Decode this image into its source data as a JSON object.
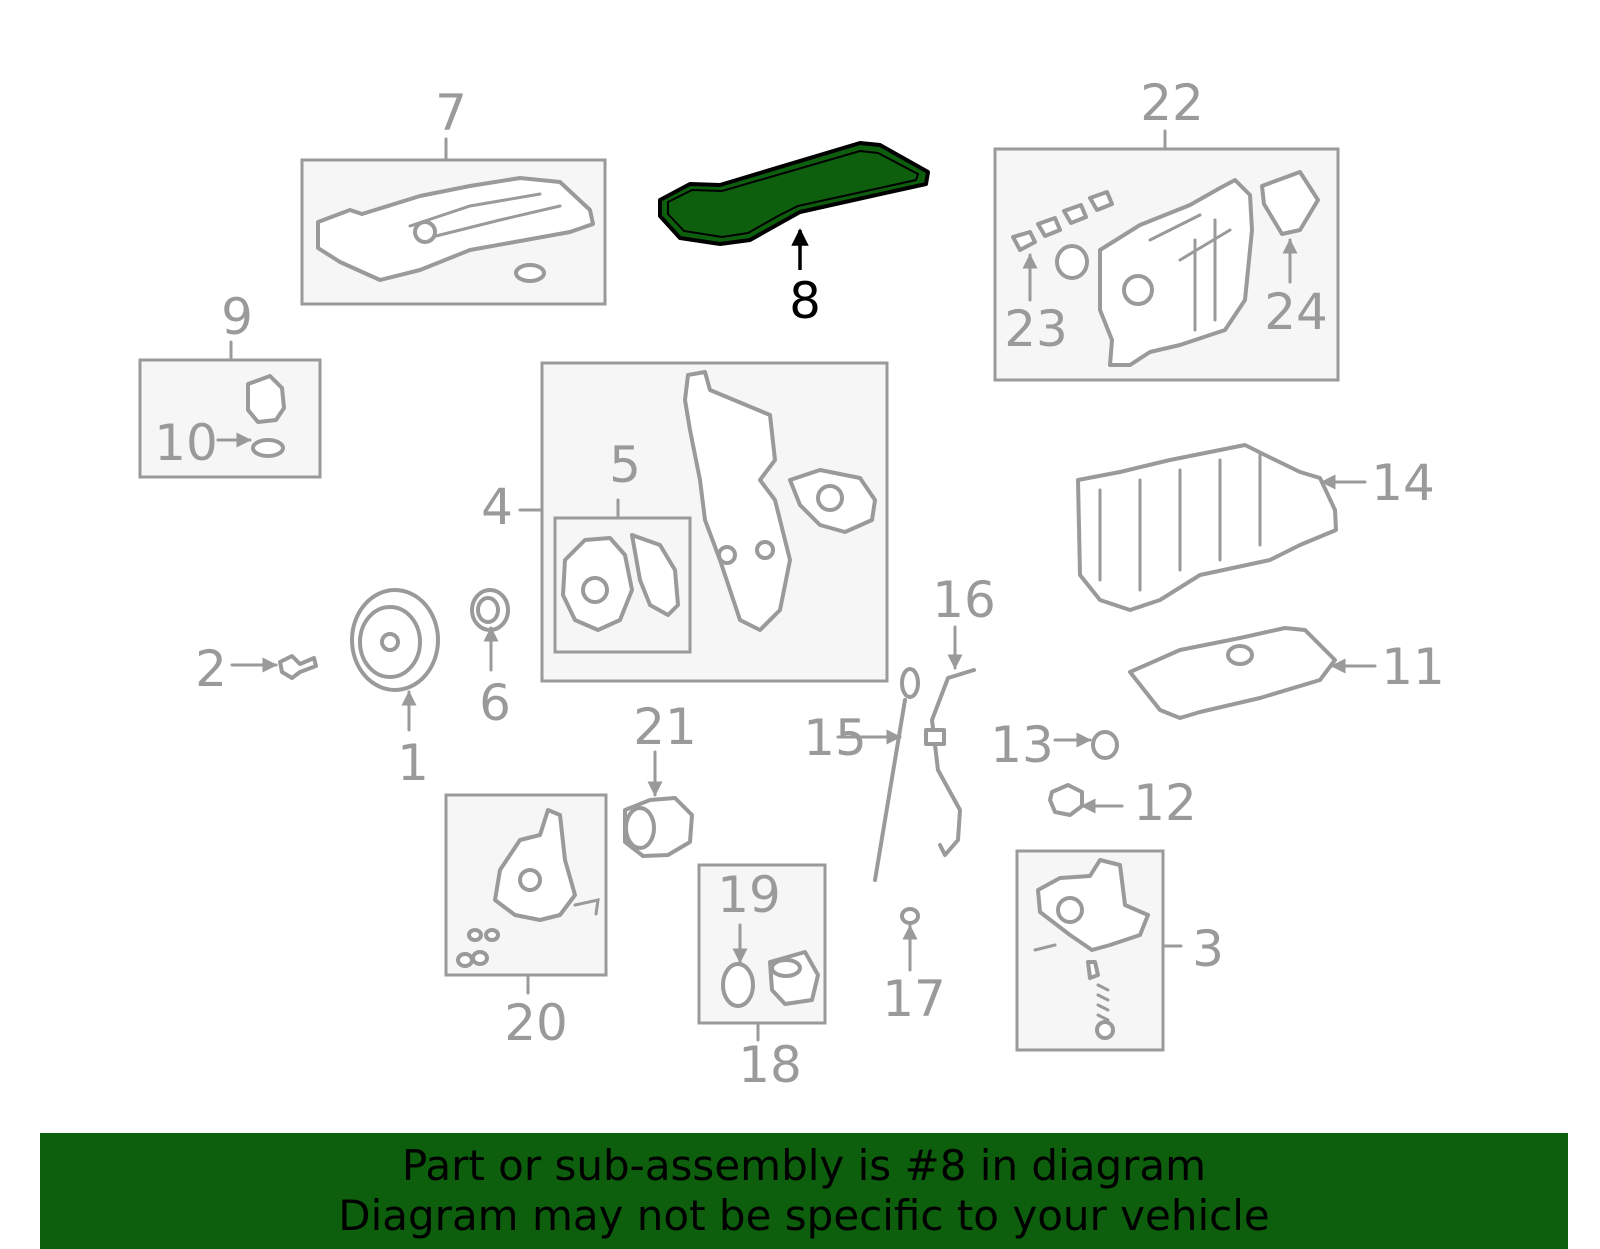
{
  "diagram": {
    "highlight_color": "#0d5e0d",
    "highlighted_part": "8",
    "callouts": [
      "1",
      "2",
      "3",
      "4",
      "5",
      "6",
      "7",
      "8",
      "9",
      "10",
      "11",
      "12",
      "13",
      "14",
      "15",
      "16",
      "17",
      "18",
      "19",
      "20",
      "21",
      "22",
      "23",
      "24"
    ]
  },
  "banner": {
    "line1": "Part or sub-assembly is #8 in diagram",
    "line2": "Diagram may not be specific to your vehicle",
    "background": "#0d5e0d"
  }
}
